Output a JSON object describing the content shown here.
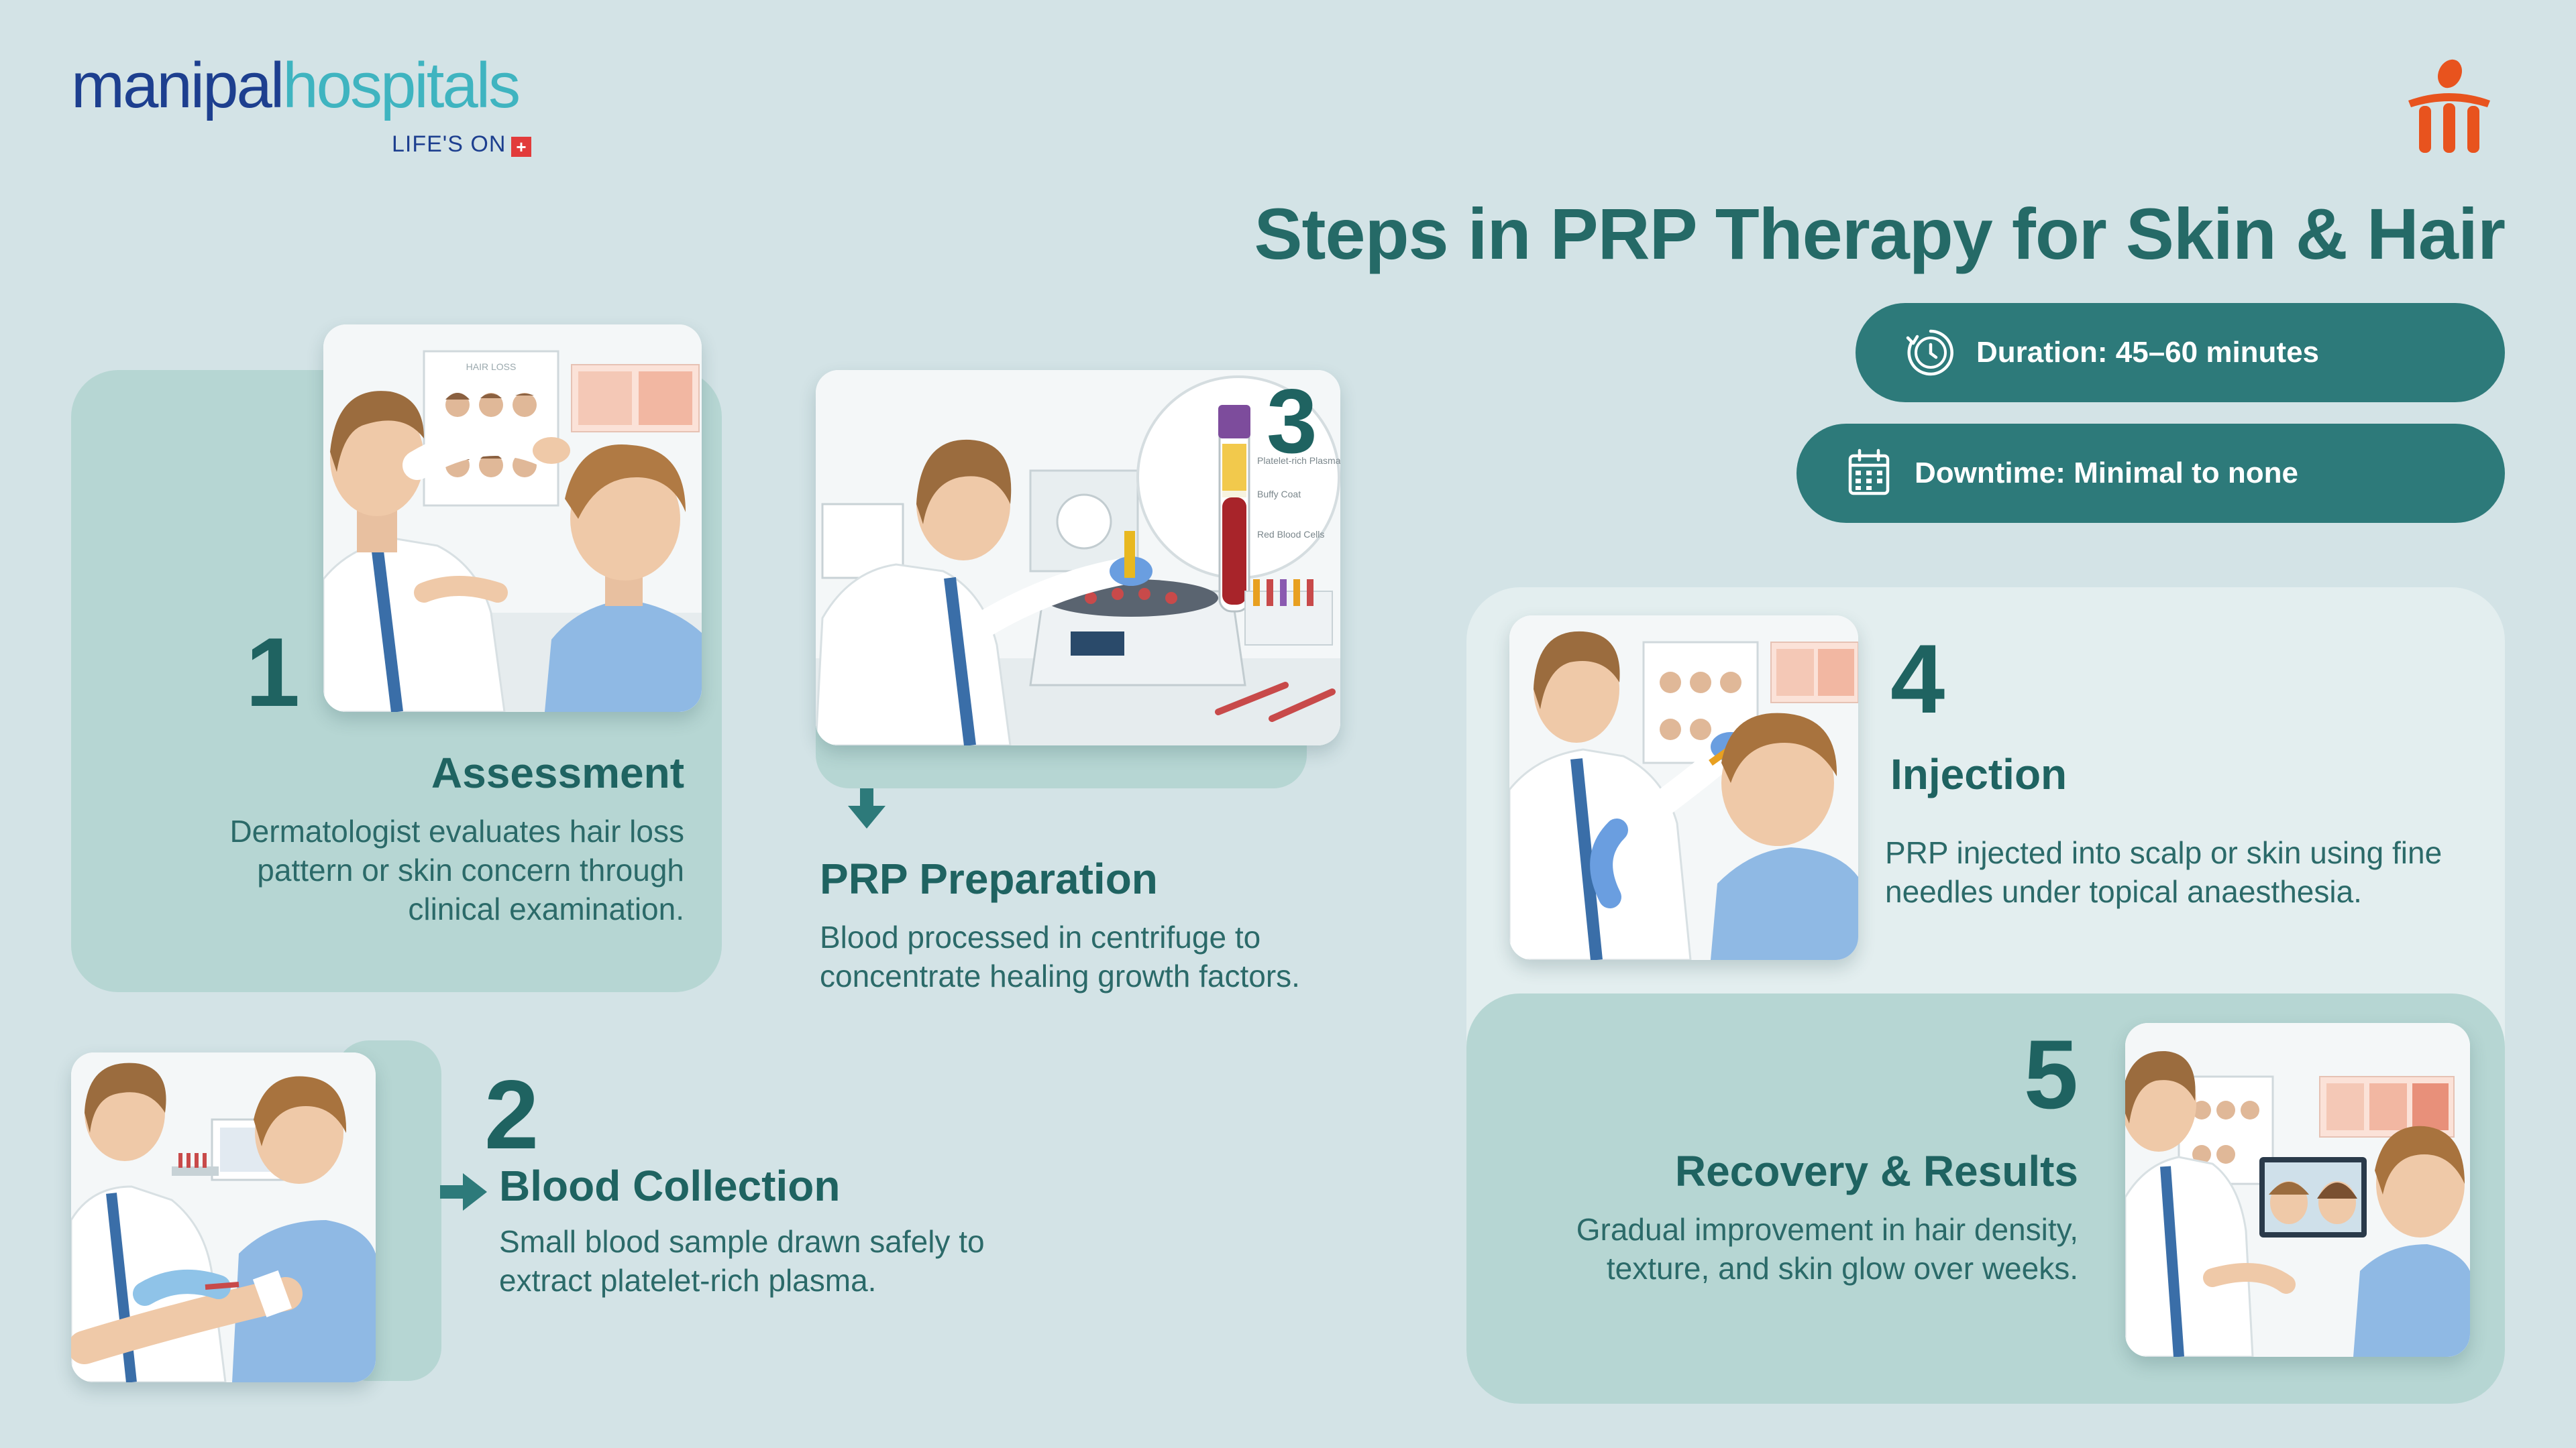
{
  "brand": {
    "name_part1": "manipal",
    "name_part2": "hospitals",
    "tagline": "LIFE'S ON",
    "tagline_symbol": "+"
  },
  "title": "Steps in PRP Therapy for Skin & Hair",
  "info": {
    "duration": "Duration: 45–60 minutes",
    "downtime": "Downtime: Minimal to none"
  },
  "steps": [
    {
      "number": "1",
      "title": "Assessment",
      "description": "Dermatologist evaluates hair loss pattern or skin concern through clinical examination."
    },
    {
      "number": "2",
      "title": "Blood Collection",
      "description": "Small blood sample drawn safely to extract platelet-rich plasma."
    },
    {
      "number": "3",
      "title": "PRP Preparation",
      "description": "Blood processed in centrifuge to concentrate healing growth factors."
    },
    {
      "number": "4",
      "title": "Injection",
      "description": "PRP injected into scalp or skin using fine needles under topical anaesthesia."
    },
    {
      "number": "5",
      "title": "Recovery & Results",
      "description": "Gradual improvement in hair density, texture, and skin glow over weeks."
    }
  ],
  "illustration_labels": {
    "hair_loss_chart": "HAIR LOSS",
    "tube_plasma": "Platelet-rich Plasma (PRP)",
    "tube_buffy": "Buffy Coat",
    "tube_rbc": "Red Blood Cells"
  },
  "colors": {
    "background": "#d3e3e6",
    "card": "#b6d6d3",
    "pill": "#2d7a7a",
    "heading": "#1f6361",
    "brand_blue": "#1d3f8f",
    "brand_teal": "#3fb4c0",
    "accent_orange": "#e8531e"
  }
}
